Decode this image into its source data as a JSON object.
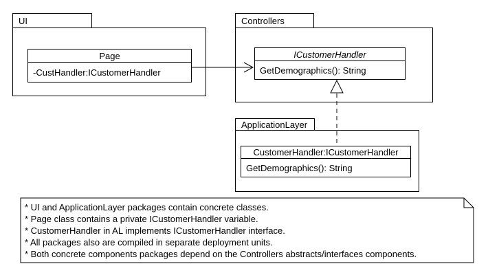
{
  "diagram": {
    "background": "#ffffff",
    "line_color": "#000000",
    "packages": [
      {
        "name": "UI"
      },
      {
        "name": "Controllers"
      },
      {
        "name": "ApplicationLayer"
      }
    ],
    "classes": [
      {
        "name": "Page",
        "italic": false,
        "members": [
          "-CustHandler:ICustomerHandler"
        ]
      },
      {
        "name": "ICustomerHandler",
        "italic": true,
        "members": [
          "GetDemographics(): String"
        ]
      },
      {
        "name": "CustomerHandler:ICustomerHandler",
        "italic": false,
        "members": [
          "GetDemographics(): String"
        ]
      }
    ],
    "relationships": [
      {
        "type": "association",
        "from": "Page",
        "to": "ICustomerHandler"
      },
      {
        "type": "realization",
        "from": "CustomerHandler:ICustomerHandler",
        "to": "ICustomerHandler"
      }
    ],
    "note": {
      "lines": [
        "* UI and ApplicationLayer packages contain concrete classes.",
        "* Page class contains a private ICustomerHandler variable.",
        "* CustomerHandler in AL implements ICustomerHandler interface.",
        "* All packages also are compiled in separate deployment units.",
        "* Both concrete components packages depend on the Controllers abstracts/interfaces components."
      ]
    }
  }
}
